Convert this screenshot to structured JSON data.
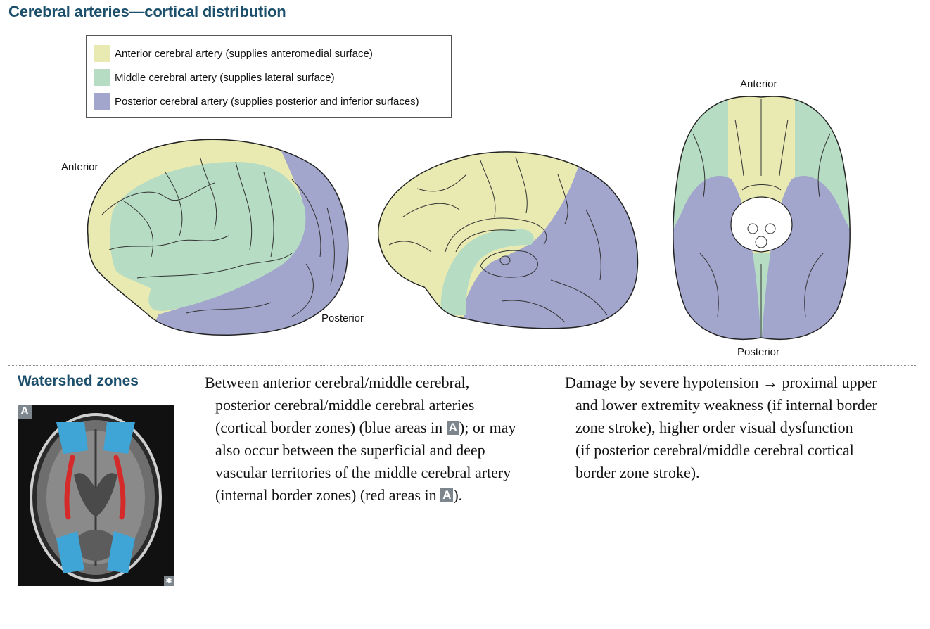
{
  "title": "Cerebral arteries—cortical distribution",
  "colors": {
    "anterior": "#e8eab2",
    "middle": "#b6dcc4",
    "posterior": "#a2a6cc",
    "heading": "#1c4f6b",
    "watershed_blue": "#3fa4d6",
    "watershed_red": "#d52a2a"
  },
  "legend": [
    {
      "label": "Anterior cerebral artery (supplies anteromedial surface)",
      "color": "#e8eab2"
    },
    {
      "label": "Middle cerebral artery (supplies lateral surface)",
      "color": "#b6dcc4"
    },
    {
      "label": "Posterior cerebral artery (supplies posterior and inferior surfaces)",
      "color": "#a2a6cc"
    }
  ],
  "lateral_view": {
    "anterior_label": "Anterior",
    "posterior_label": "Posterior"
  },
  "inferior_view": {
    "anterior_label": "Anterior",
    "posterior_label": "Posterior"
  },
  "watershed": {
    "heading": "Watershed zones",
    "image_label": "A",
    "image_corner_mark": "✱",
    "description_lines": [
      [
        "Between anterior cerebral/middle cerebral,"
      ],
      [
        "posterior cerebral/middle cerebral arteries"
      ],
      [
        "(cortical border zones) (blue areas in ",
        "A",
        "); or may"
      ],
      [
        "also occur between the superficial and deep"
      ],
      [
        "vascular territories of the middle cerebral artery"
      ],
      [
        "(internal border zones) (red areas in ",
        "A",
        ")."
      ]
    ],
    "damage_lines": [
      "Damage by severe hypotension → proximal upper",
      "and lower extremity weakness (if internal border",
      "zone stroke), higher order visual dysfunction",
      "(if posterior cerebral/middle cerebral cortical",
      "border zone stroke)."
    ]
  }
}
